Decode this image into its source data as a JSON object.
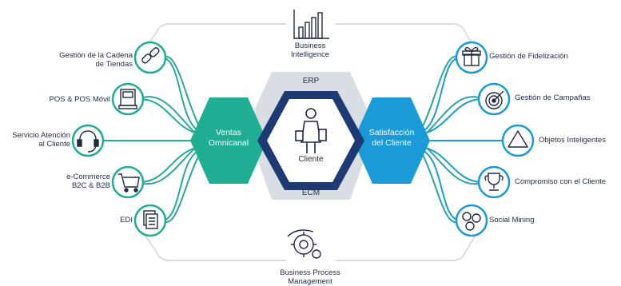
{
  "diagram": {
    "top_item": "Business\nIntelligence",
    "bottom_item": "Business Process\nManagement",
    "band_top": "ERP",
    "band_bottom": "ECM",
    "center_label": "Cliente",
    "left_hub": "Ventas\nOmnicanal",
    "right_hub": "Satisfacción\ndel Cliente",
    "left_items": [
      {
        "label": "Gestión de la Cadena\nde Tiendas",
        "icon": "chain-link-icon"
      },
      {
        "label": "POS & POS Móvil",
        "icon": "pos-terminal-icon"
      },
      {
        "label": "Servicio Atención\nal Cliente",
        "icon": "headset-icon"
      },
      {
        "label": "e-Commerce\nB2C & B2B",
        "icon": "shopping-cart-icon"
      },
      {
        "label": "EDI",
        "icon": "documents-icon"
      }
    ],
    "right_items": [
      {
        "label": "Gestión de Fidelización",
        "icon": "gift-icon"
      },
      {
        "label": "Gestión de Campañas",
        "icon": "target-icon"
      },
      {
        "label": "Objetos Inteligentes",
        "icon": "triangle-icon"
      },
      {
        "label": "Compromiso con el Cliente",
        "icon": "trophy-icon"
      },
      {
        "label": "Social Mining",
        "icon": "social-media-icon"
      }
    ],
    "colors": {
      "left_hub": "#1fae94",
      "right_hub": "#1a9ad6",
      "center_ring": "#1d3a72",
      "band": "#d7dce3",
      "text": "#1f2a44"
    }
  }
}
